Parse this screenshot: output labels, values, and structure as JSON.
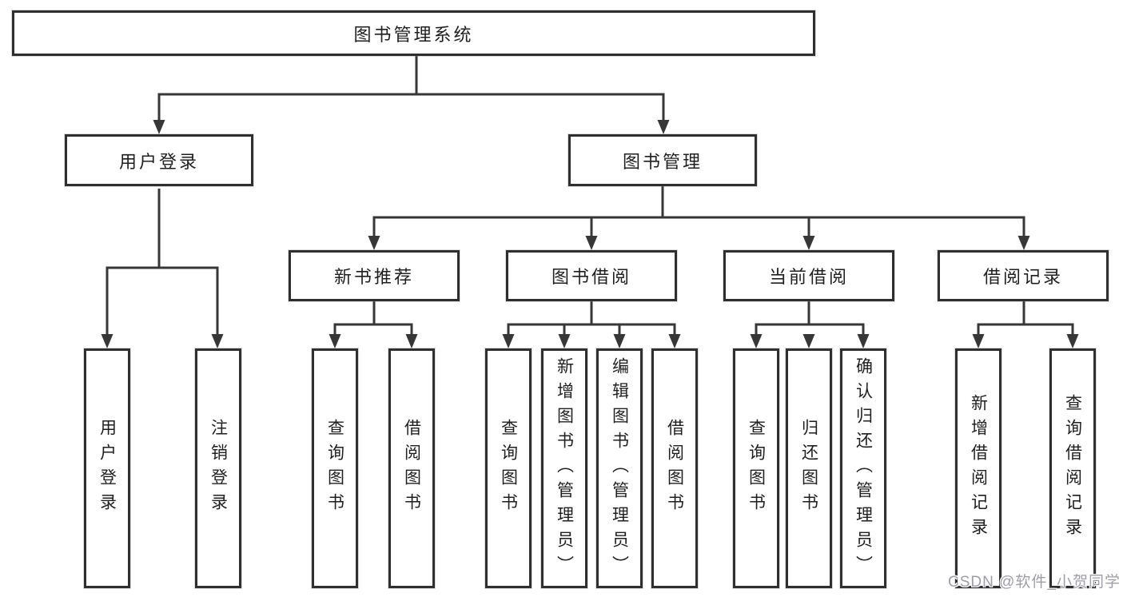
{
  "tree": {
    "label": "图书管理系统",
    "children": [
      {
        "label": "用户登录",
        "children": [
          {
            "label": "用户登录"
          },
          {
            "label": "注销登录"
          }
        ]
      },
      {
        "label": "图书管理",
        "children": [
          {
            "label": "新书推荐",
            "children": [
              {
                "label": "查询图书"
              },
              {
                "label": "借阅图书"
              }
            ]
          },
          {
            "label": "图书借阅",
            "children": [
              {
                "label": "查询图书"
              },
              {
                "label": "新增图书（管理员）"
              },
              {
                "label": "编辑图书（管理员）"
              },
              {
                "label": "借阅图书"
              }
            ]
          },
          {
            "label": "当前借阅",
            "children": [
              {
                "label": "查询图书"
              },
              {
                "label": "归还图书"
              },
              {
                "label": "确认归还（管理员）"
              }
            ]
          },
          {
            "label": "借阅记录",
            "children": [
              {
                "label": "新增借阅记录"
              },
              {
                "label": "查询借阅记录"
              }
            ]
          }
        ]
      }
    ]
  },
  "watermark": {
    "text": "CSDN @软件_小贺同学"
  },
  "colors": {
    "line": "#373737",
    "box_border": "#2f2f2f",
    "text": "#1f1f1f",
    "watermark": "#9e9ea8",
    "background": "#ffffff"
  }
}
